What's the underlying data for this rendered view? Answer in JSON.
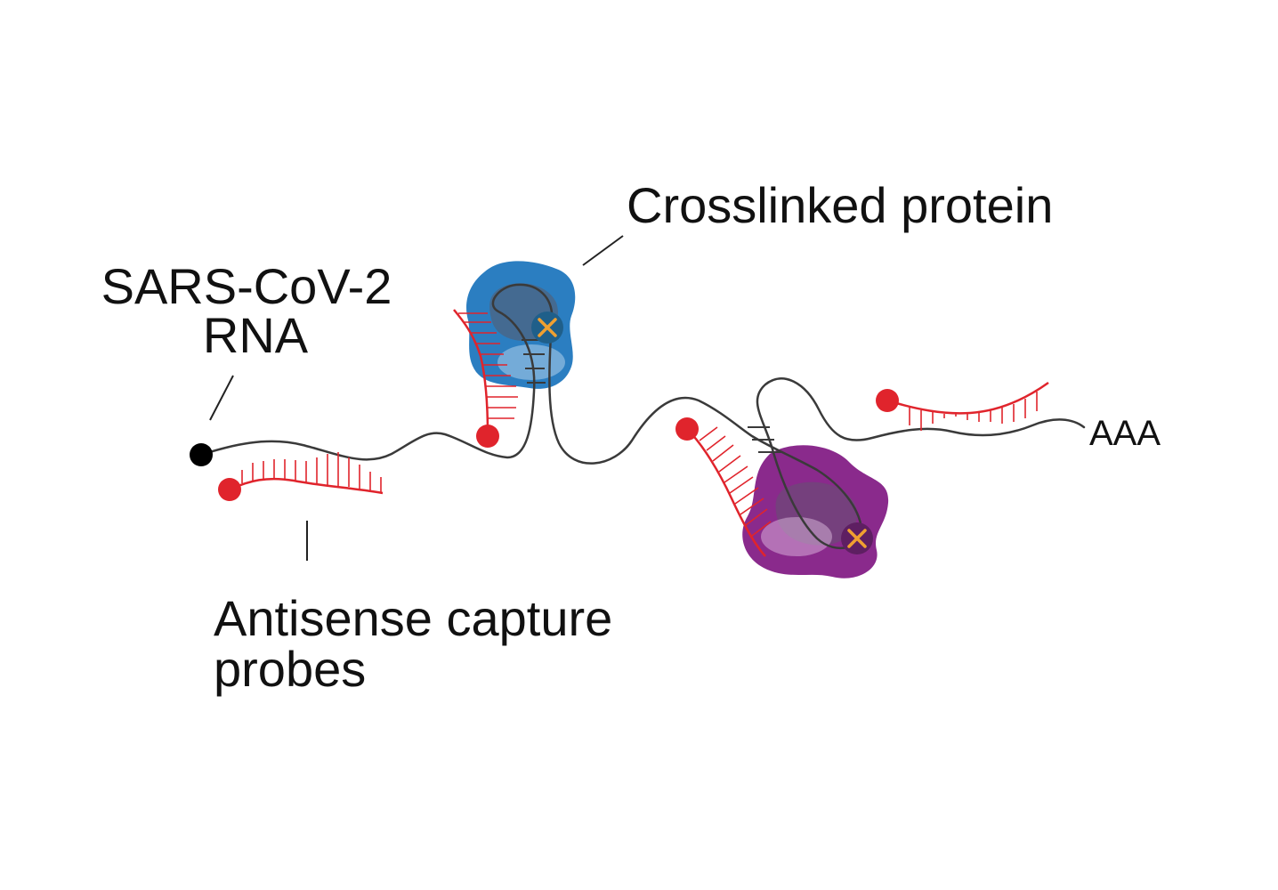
{
  "labels": {
    "crosslinked_protein": "Crosslinked protein",
    "rna_line1": "SARS-CoV-2",
    "rna_line2": "RNA",
    "probes_line1": "Antisense capture",
    "probes_line2": "probes",
    "poly_a": "AAA"
  },
  "colors": {
    "rna_strand": "#3a3a3a",
    "probe": "#e0242c",
    "blue_protein": "#2b7ec1",
    "purple_protein": "#8a2a8c",
    "crosslink_mark": "#f0a030",
    "five_prime_cap": "#000000"
  },
  "icons": {
    "crosslink": "x-mark-icon",
    "probe_bead": "circle-icon",
    "cap": "circle-icon"
  }
}
